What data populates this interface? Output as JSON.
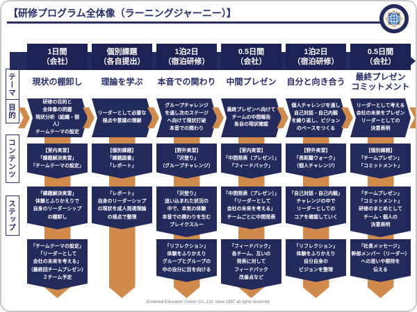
{
  "title": "【研修プログラム全体像（ラーニングジャーニー）】",
  "footer": "Essential Education Center Co., Ltd. since 1997 all rights reserved.",
  "logo_title": "Essential Education Center",
  "colors": {
    "navy": "#232a5c",
    "orange": "#cf8a4c"
  },
  "row_labels": {
    "theme": "テーマ",
    "purpose": "目的",
    "contents": "コンテンツ",
    "step": "ステップ"
  },
  "columns": [
    {
      "header": "1日間\n（会社）",
      "theme": "現状の棚卸し",
      "purpose": "研修の目的と\n全体像の把握\n現状分析（組織・個人）\nチームテーマの設定",
      "contents": "【室内実習】\n「課題解決実習」\n「チームテーマの設定」",
      "step1": "「課題解決実習」\n体験とふりかえりで\n自身のリーダーシップ\nの棚卸し",
      "step2": "「チームテーマの設定」\n「リーダーとして\n会社の未来を考える」\n（最終回チームプレゼン）\n２チーム予定"
    },
    {
      "header": "個別課題\n（各自提出）",
      "theme": "理論を学ぶ",
      "purpose": "リーダーとして必要な\n視点や意識の理解",
      "contents": "【個別課題】\n「課題図書」\n「レポート」",
      "step1": "「レポート」\n自身のリーダーシップ\nの現状を成人発達理論\nの視点で整理"
    },
    {
      "header": "1泊2日\n（宿泊研修）",
      "theme": "本音での関わり",
      "purpose": "グループチャレンジ\nを通し次のステージ\nへ向けて現状打破\n本音での関わり",
      "contents": "【野外実習】\n「沢登り」\n（グループチャレンジ）",
      "step1": "「沢登り」\n追い込まれた状況の\n中で、本気の体験\n本音での関わりを生む\nブレイクスルー",
      "step2": "「リフレクション」\n体験をふりかえり\nグループとグループの\n中の自分に目を向ける"
    },
    {
      "header": "0.5日間\n（会社）",
      "theme": "中間プレゼン",
      "purpose": "最終プレゼンへ向けて\nチームの中間報告\n各自の現状確認",
      "contents": "【室内実習】\n「中間発表（プレゼン）」\n「フィードバック」",
      "step1": "「中間発表（プレゼン）」\n「リーダーとして\n会社の未来を考える」\nチームごとに中間発表",
      "step2": "「フィードバック」\n各チーム、互いの\n発表に対して\nフィードバック\n改善点など"
    },
    {
      "header": "1泊2日\n（宿泊研修）",
      "theme": "自分と向き合う",
      "purpose": "個人チャレンジを通し\n自己対話・自己内観\nを繰り返し、ビジョン\nのベースをつくる",
      "contents": "【野外実習】\n「長距離ウォーク」\n（個人チャレンジ）",
      "step1": "「自己対話・自己内観」\nチャレンジの中で\nリーダーとしての\nコアを確認していく",
      "step2": "「リフレクション」\n体験をふりかえり\n自分自身の\nビジョンを整理"
    },
    {
      "header": "0.5日間\n（会社）",
      "theme": "最終プレゼン\nコミットメント",
      "purpose": "リーダーとして考える\n会社の未来をプレゼン\nリーダーとしての\n決意表明",
      "contents": "【個別課題】\n「チームプレゼン」\n「コミットメント」",
      "step1": "「チームプレゼン」\n「コミットメント」\n研修のまとめとして\nチーム・個人の\n決意表明",
      "step2": "「社長メッセージ」\n幹部メンバー（リーダー）\nへの思いや期待を\n伝える"
    }
  ]
}
